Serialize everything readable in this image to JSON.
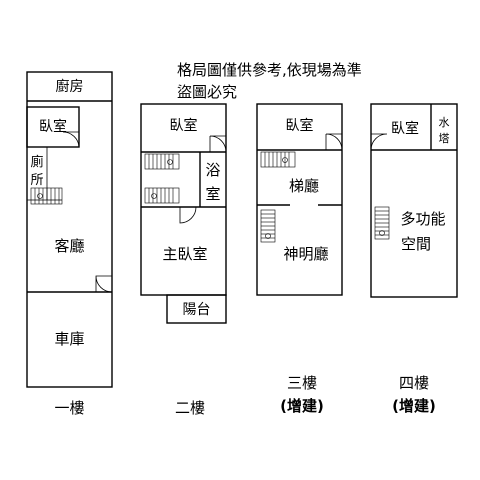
{
  "notice": {
    "line1": "格局圖僅供參考,依現場為準",
    "line2": "盜圖必究"
  },
  "floors": [
    {
      "label": "一樓",
      "rooms": {
        "kitchen": "廚房",
        "bedroom": "臥室",
        "toilet_1": "廁",
        "toilet_2": "所",
        "living": "客廳",
        "garage": "車庫"
      }
    },
    {
      "label": "二樓",
      "rooms": {
        "bedroom": "臥室",
        "bath_1": "浴",
        "bath_2": "室",
        "master": "主臥室",
        "balcony": "陽台"
      }
    },
    {
      "label": "三樓",
      "note": "(增建)",
      "rooms": {
        "bedroom": "臥室",
        "stair_hall": "梯廳",
        "shrine": "神明廳"
      }
    },
    {
      "label": "四樓",
      "note": "(增建)",
      "rooms": {
        "bedroom": "臥室",
        "water_1": "水",
        "water_2": "塔",
        "multi_1": "多功能",
        "multi_2": "空間"
      }
    }
  ]
}
